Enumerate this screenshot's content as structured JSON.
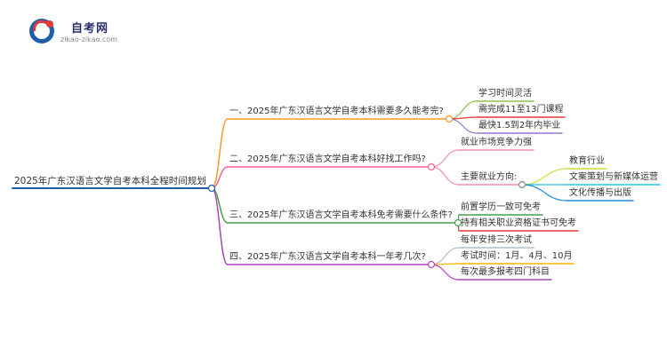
{
  "logo": {
    "brand": "自考网",
    "domain": "zikao-zikao.com"
  },
  "mindmap": {
    "root": "2025年广东汉语言文学自考本科全程时间规划",
    "branches": [
      {
        "label": "一、2025年广东汉语言文学自考本科需要多久能考完?",
        "color": "#f39a2c",
        "children": [
          {
            "label": "学习时间灵活",
            "color": "#8bc34a"
          },
          {
            "label": "需完成11至13门课程",
            "color": "#e53935"
          },
          {
            "label": "最快1.5到2年内毕业",
            "color": "#9575cd"
          }
        ]
      },
      {
        "label": "二、2025年广东汉语言文学自考本科好找工作吗?",
        "color": "#f06292",
        "children": [
          {
            "label": "就业市场竞争力强",
            "color": "#f48fb1"
          },
          {
            "label": "主要就业方向:",
            "color": "#f48fb1",
            "children": [
              {
                "label": "教育行业",
                "color": "#cddc39"
              },
              {
                "label": "文案策划与新媒体运营",
                "color": "#26c6da"
              },
              {
                "label": "文化传播与出版",
                "color": "#1e88e5"
              }
            ]
          }
        ]
      },
      {
        "label": "三、2025年广东汉语言文学自考本科免考需要什么条件?",
        "color": "#43a047",
        "children": [
          {
            "label": "前置学历一致可免考",
            "color": "#43a047"
          },
          {
            "label": "持有相关职业资格证书可免考",
            "color": "#e53935"
          }
        ]
      },
      {
        "label": "四、2025年广东汉语言文学自考本科一年考几次?",
        "color": "#ab47bc",
        "children": [
          {
            "label": "每年安排三次考试",
            "color": "#b0bec5"
          },
          {
            "label": "考试时间：1月、4月、10月",
            "color": "#ffb300"
          },
          {
            "label": "每次最多报考四门科目",
            "color": "#ab47bc"
          }
        ]
      }
    ]
  }
}
